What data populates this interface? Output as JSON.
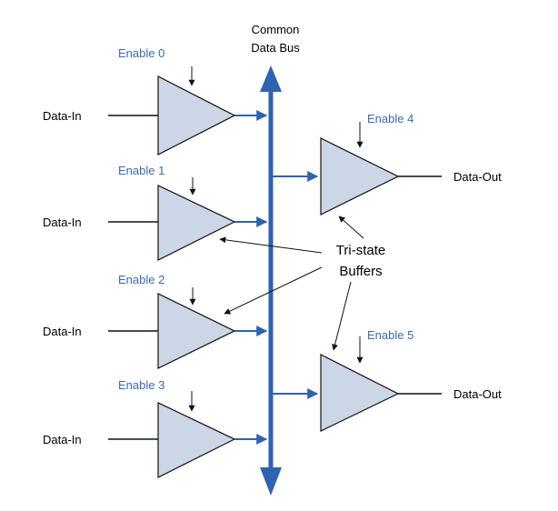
{
  "bus": {
    "title_line1": "Common",
    "title_line2": "Data Bus",
    "color": "#2f62b0"
  },
  "inputs": [
    {
      "enable_label": "Enable 0",
      "data_label": "Data-In"
    },
    {
      "enable_label": "Enable 1",
      "data_label": "Data-In"
    },
    {
      "enable_label": "Enable 2",
      "data_label": "Data-In"
    },
    {
      "enable_label": "Enable 3",
      "data_label": "Data-In"
    }
  ],
  "outputs": [
    {
      "enable_label": "Enable 4",
      "data_label": "Data-Out"
    },
    {
      "enable_label": "Enable 5",
      "data_label": "Data-Out"
    }
  ],
  "callout": {
    "line1": "Tri-state",
    "line2": "Buffers"
  },
  "colors": {
    "buffer_fill": "#ccd6e6",
    "enable_text": "#3a69b8",
    "wire": "#111111"
  }
}
